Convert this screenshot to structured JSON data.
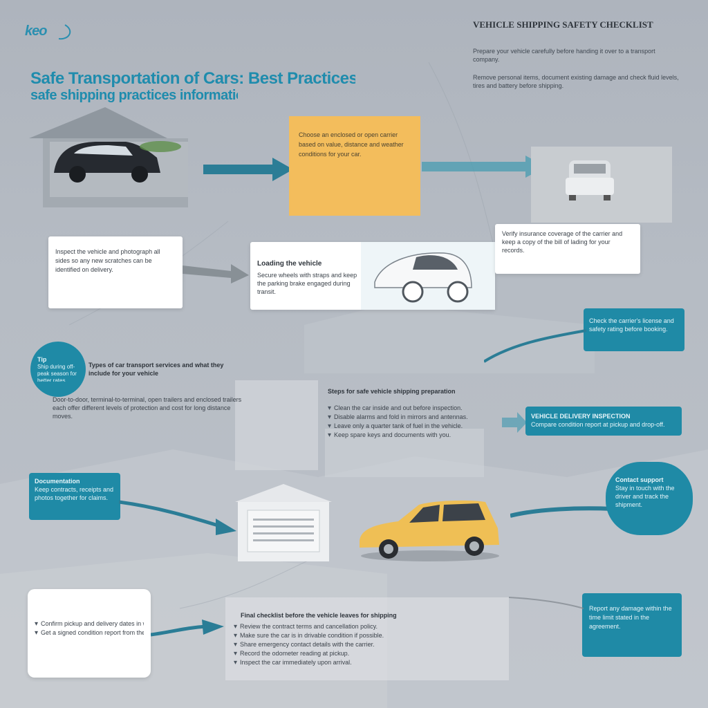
{
  "logo": {
    "text": "keo"
  },
  "headline": {
    "line1": "Safe Transportation of Cars: Best Practices for Shipping",
    "line2": "safe shipping practices information"
  },
  "top_right": {
    "title": "VEHICLE SHIPPING SAFETY CHECKLIST",
    "paragraph1": "Prepare your vehicle carefully before handing it over to a transport company.",
    "paragraph2": "Remove personal items, document existing damage and check fluid levels, tires and battery before shipping."
  },
  "yellow_card": {
    "text": "Choose an enclosed or open carrier based on value, distance and weather conditions for your car."
  },
  "white_left_card": {
    "text": "Inspect the vehicle and photograph all sides so any new scratches can be identified on delivery."
  },
  "middle_card": {
    "title": "Loading the vehicle",
    "text": "Secure wheels with straps and keep the parking brake engaged during transit."
  },
  "right_white_card": {
    "text": "Verify insurance coverage of the carrier and keep a copy of the bill of lading for your records."
  },
  "teal_cards": {
    "right_1": "Check the carrier's license and safety rating before booking.",
    "right_2": "VEHICLE DELIVERY INSPECTION",
    "right_2_sub": "Compare condition report at pickup and drop-off.",
    "left_bottom_title": "Documentation",
    "left_bottom": "Keep contracts, receipts and photos together for claims.",
    "right_3_title": "Contact support",
    "right_3": "Stay in touch with the driver and track the shipment.",
    "right_4": "Report any damage within the time limit stated in the agreement."
  },
  "circle_badge": {
    "title": "Tip",
    "text": "Ship during off-peak season for better rates."
  },
  "center_text": {
    "title": "Types of car transport services and what they include for your vehicle",
    "body": "Door-to-door, terminal-to-terminal, open trailers and enclosed trailers each offer different levels of protection and cost for long distance moves."
  },
  "center_list": {
    "title": "Steps for safe vehicle shipping preparation",
    "items": [
      "Clean the car inside and out before inspection.",
      "Disable alarms and fold in mirrors and antennas.",
      "Leave only a quarter tank of fuel in the vehicle.",
      "Keep spare keys and documents with you."
    ]
  },
  "bottom_left_card": {
    "items": [
      "Confirm pickup and delivery dates in writing.",
      "Get a signed condition report from the driver."
    ]
  },
  "bottom_list": {
    "title": "Final checklist before the vehicle leaves for shipping",
    "items": [
      "Review the contract terms and cancellation policy.",
      "Make sure the car is in drivable condition if possible.",
      "Share emergency contact details with the carrier.",
      "Record the odometer reading at pickup.",
      "Inspect the car immediately upon arrival."
    ]
  },
  "colors": {
    "teal": "#1f8aa6",
    "yellow": "#f3bd5c",
    "headline": "#1f8cad",
    "car_yellow": "#efbf55",
    "background": "#b3b9c1"
  },
  "icons": [
    "house-icon",
    "car-icon",
    "arrow-icon",
    "checkmark-icon",
    "building-icon"
  ]
}
